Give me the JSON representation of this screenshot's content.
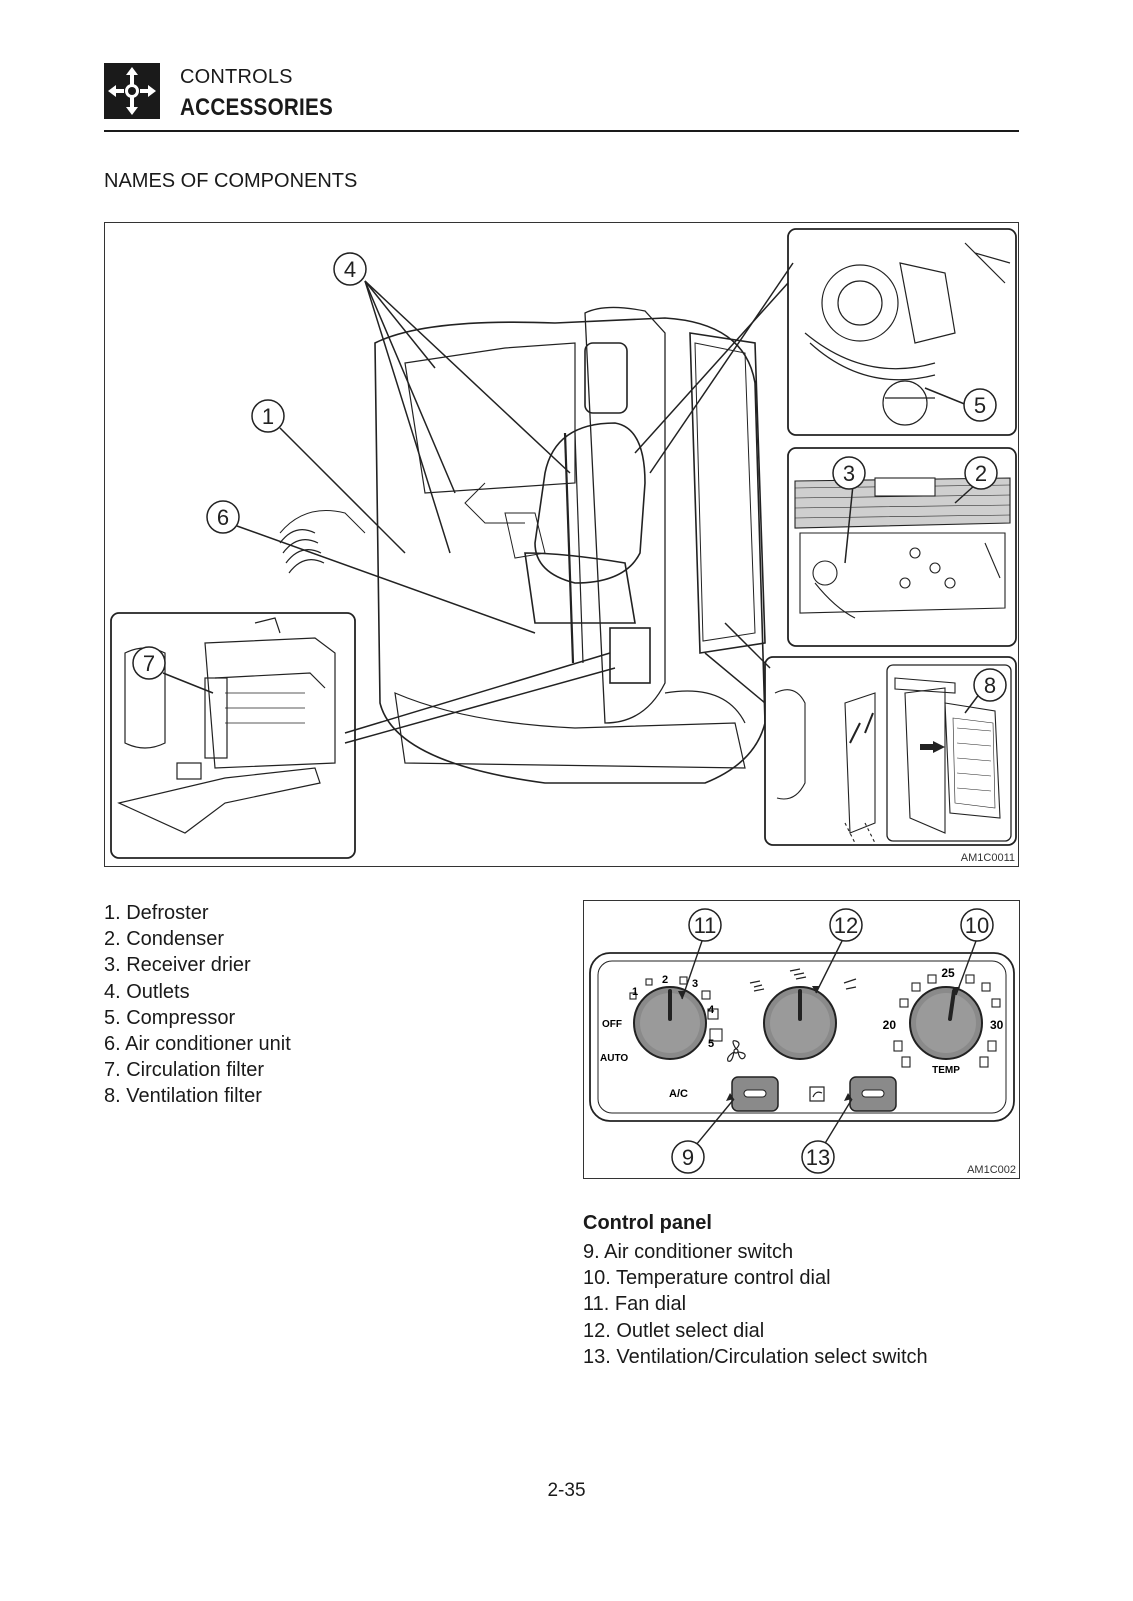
{
  "header": {
    "icon": "controls-arrows-icon",
    "section_label": "CONTROLS",
    "section_title": "ACCESSORIES"
  },
  "subheading": "NAMES OF COMPONENTS",
  "main_figure": {
    "code": "AM1C0011",
    "callouts": [
      "1",
      "2",
      "3",
      "4",
      "5",
      "6",
      "7",
      "8"
    ]
  },
  "components": [
    "1. Defroster",
    "2. Condenser",
    "3. Receiver drier",
    "4. Outlets",
    "5. Compressor",
    "6. Air conditioner unit",
    "7. Circulation filter",
    "8. Ventilation filter"
  ],
  "panel_figure": {
    "code": "AM1C002",
    "callouts": [
      "11",
      "12",
      "10",
      "9",
      "13"
    ],
    "fan_dial_labels": [
      "OFF",
      "1",
      "2",
      "3",
      "4",
      "5",
      "AUTO"
    ],
    "temp_dial_labels": [
      "20",
      "25",
      "30",
      "TEMP"
    ],
    "ac_label": "A/C"
  },
  "control_panel": {
    "heading": "Control panel",
    "items": [
      "9. Air conditioner switch",
      "10. Temperature control dial",
      "11. Fan dial",
      "12. Outlet select dial",
      "13. Ventilation/Circulation select switch"
    ]
  },
  "page_number": "2-35"
}
